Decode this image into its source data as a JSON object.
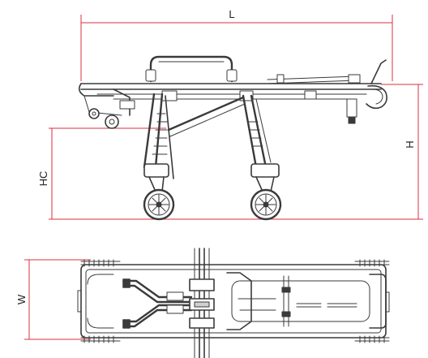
{
  "dimensions": {
    "length": {
      "label": "L"
    },
    "height": {
      "label": "H"
    },
    "chassis_height": {
      "label": "HC"
    },
    "width": {
      "label": "W"
    }
  },
  "colors": {
    "dimension_line": "#d8323c",
    "drawing_line": "#3a3a3a",
    "label_text": "#222222"
  }
}
